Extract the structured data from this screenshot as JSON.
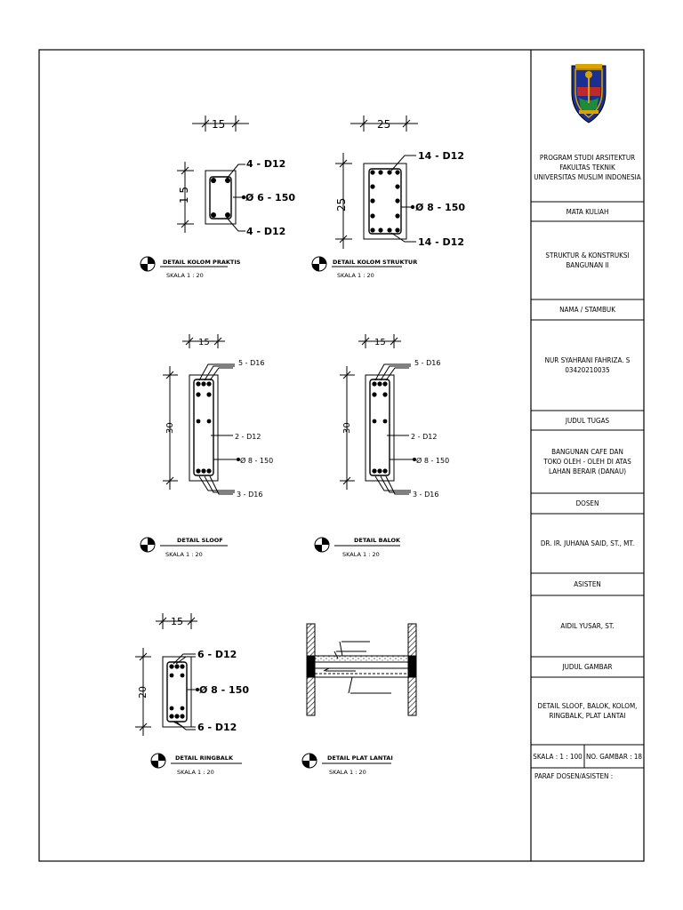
{
  "title_block": {
    "school": [
      "PROGRAM STUDI ARSITEKTUR",
      "FAKULTAS TEKNIK",
      "UNIVERSITAS MUSLIM INDONESIA"
    ],
    "course_label": "MATA KULIAH",
    "course": [
      "STRUKTUR & KONSTRUKSI",
      "BANGUNAN II"
    ],
    "name_label": "NAMA / STAMBUK",
    "name": [
      "NUR SYAHRANI FAHRIZA. S",
      "03420210035"
    ],
    "task_label": "JUDUL TUGAS",
    "task": [
      "BANGUNAN CAFE DAN",
      "TOKO OLEH - OLEH DI ATAS",
      "LAHAN BERAIR (DANAU)"
    ],
    "lecturer_label": "DOSEN",
    "lecturer": "DR. IR. JUHANA SAID, ST., MT.",
    "assistant_label": "ASISTEN",
    "assistant": "AIDIL YUSAR, ST.",
    "drawing_label": "JUDUL GAMBAR",
    "drawing": [
      "DETAIL SLOOF, BALOK, KOLOM,",
      "RINGBALK, PLAT LANTAI"
    ],
    "scale": "SKALA : 1 : 100",
    "sheet_no": "NO. GAMBAR : 18",
    "signature_label": "PARAF DOSEN/ASISTEN :"
  },
  "details": {
    "kolom_praktis": {
      "title": "DETAIL KOLOM PRAKTIS",
      "scale": "SKALA 1 : 20",
      "width": "15",
      "height": "1 5",
      "top": "4 - D12",
      "stirrup": "Ø 6 - 150",
      "bottom": "4 - D12"
    },
    "kolom_struktur": {
      "title": "DETAIL KOLOM STRUKTUR",
      "scale": "SKALA 1 : 20",
      "width": "25",
      "height": "25",
      "top": "14 - D12",
      "stirrup": "Ø 8 - 150",
      "bottom": "14 - D12"
    },
    "sloof": {
      "title": "DETAIL SLOOF",
      "scale": "SKALA 1 : 20",
      "width": "15",
      "height": "30",
      "top": "5 - D16",
      "middle": "2 - D12",
      "stirrup": "Ø 8 - 150",
      "bottom": "3 - D16"
    },
    "balok": {
      "title": "DETAIL BALOK",
      "scale": "SKALA 1 : 20",
      "width": "15",
      "height": "30",
      "top": "5 - D16",
      "middle": "2 - D12",
      "stirrup": "Ø 8 - 150",
      "bottom": "3 - D16"
    },
    "ringbalk": {
      "title": "DETAIL RINGBALK",
      "scale": "SKALA 1 : 20",
      "width": "15",
      "height": "20",
      "top": "6 - D12",
      "stirrup": "Ø 8 - 150",
      "bottom": "6 - D12"
    },
    "plat_lantai": {
      "title": "DETAIL PLAT LANTAI",
      "scale": "SKALA 1 : 20"
    }
  },
  "colors": {
    "line": "#000000",
    "logo_blue": "#1a2f8f",
    "logo_gold": "#d9a400",
    "logo_red": "#c0282d",
    "logo_green": "#1f8a3a"
  }
}
